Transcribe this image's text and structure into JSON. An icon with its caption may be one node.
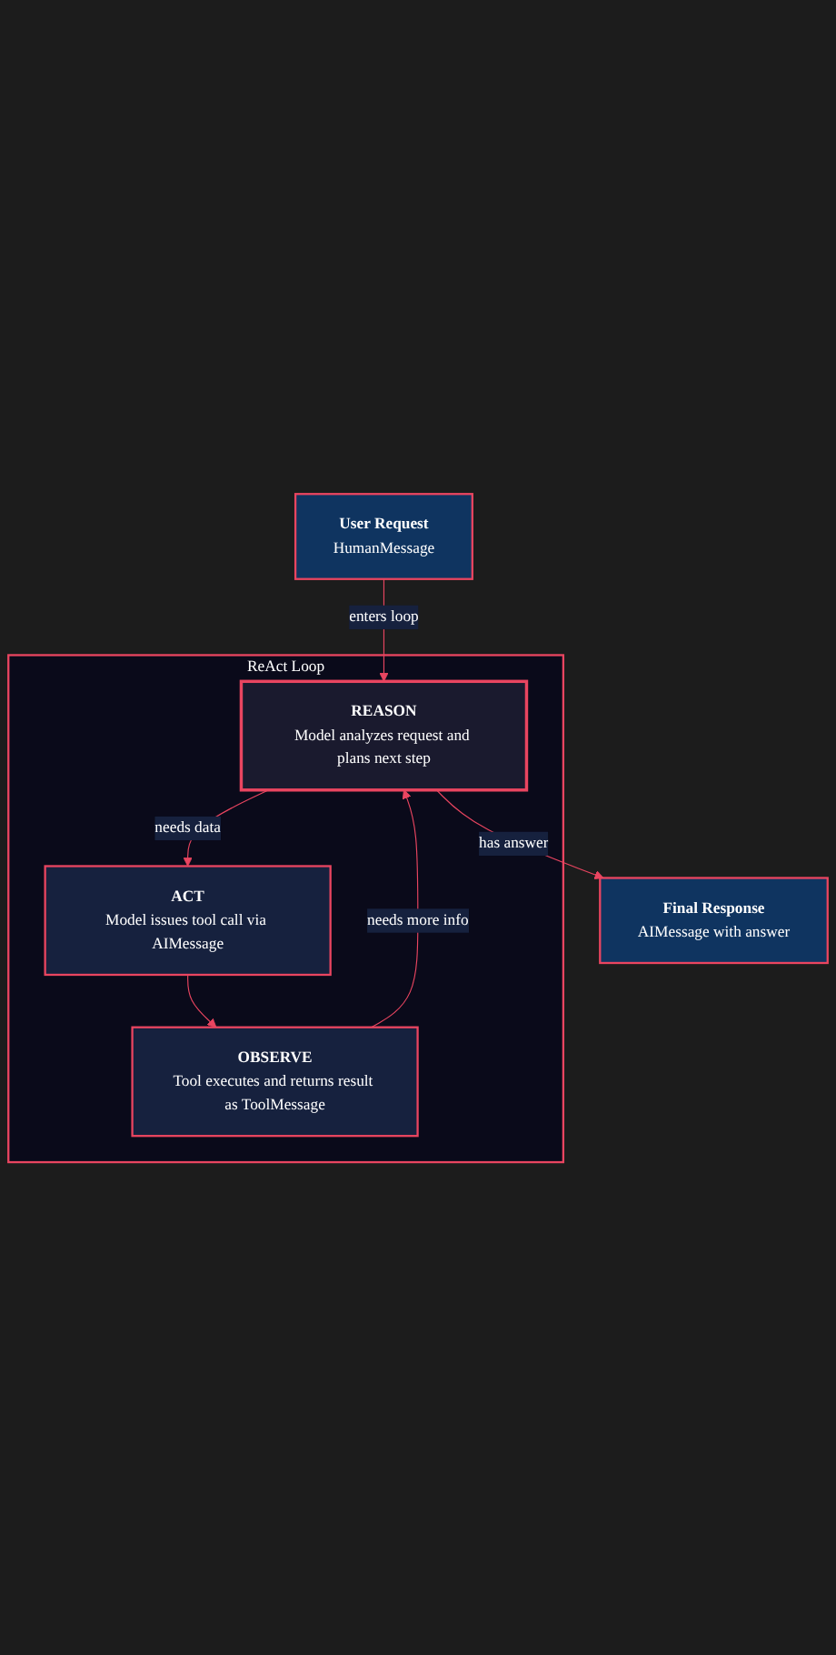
{
  "diagram": {
    "nodes": [
      {
        "text": [
          "User Request",
          "HumanMessage"
        ]
      },
      {
        "text": [
          "ReAct Loop"
        ]
      },
      {
        "text": [
          "REASON",
          "Model analyzes request and plans next step"
        ],
        "in": 1
      },
      {
        "text": [
          "ACT",
          "Model issues tool call via AIMessage"
        ],
        "in": 1
      },
      {
        "text": [
          "OBSERVE",
          "Tool executes and returns result as ToolMessage"
        ],
        "in": 1
      },
      {
        "text": [
          "Final Response",
          "AIMessage with answer"
        ]
      }
    ],
    "edges": [
      {
        "from": 0,
        "to": 2,
        "arrow": "to",
        "label": "enters loop"
      },
      {
        "from": 2,
        "to": 3,
        "arrow": "to",
        "label": "needs data"
      },
      {
        "from": 3,
        "to": 4,
        "arrow": "to"
      },
      {
        "from": 4,
        "to": 2,
        "arrow": "to",
        "label": "needs more info"
      },
      {
        "from": 2,
        "to": 5,
        "arrow": "to",
        "label": "has answer"
      }
    ]
  }
}
